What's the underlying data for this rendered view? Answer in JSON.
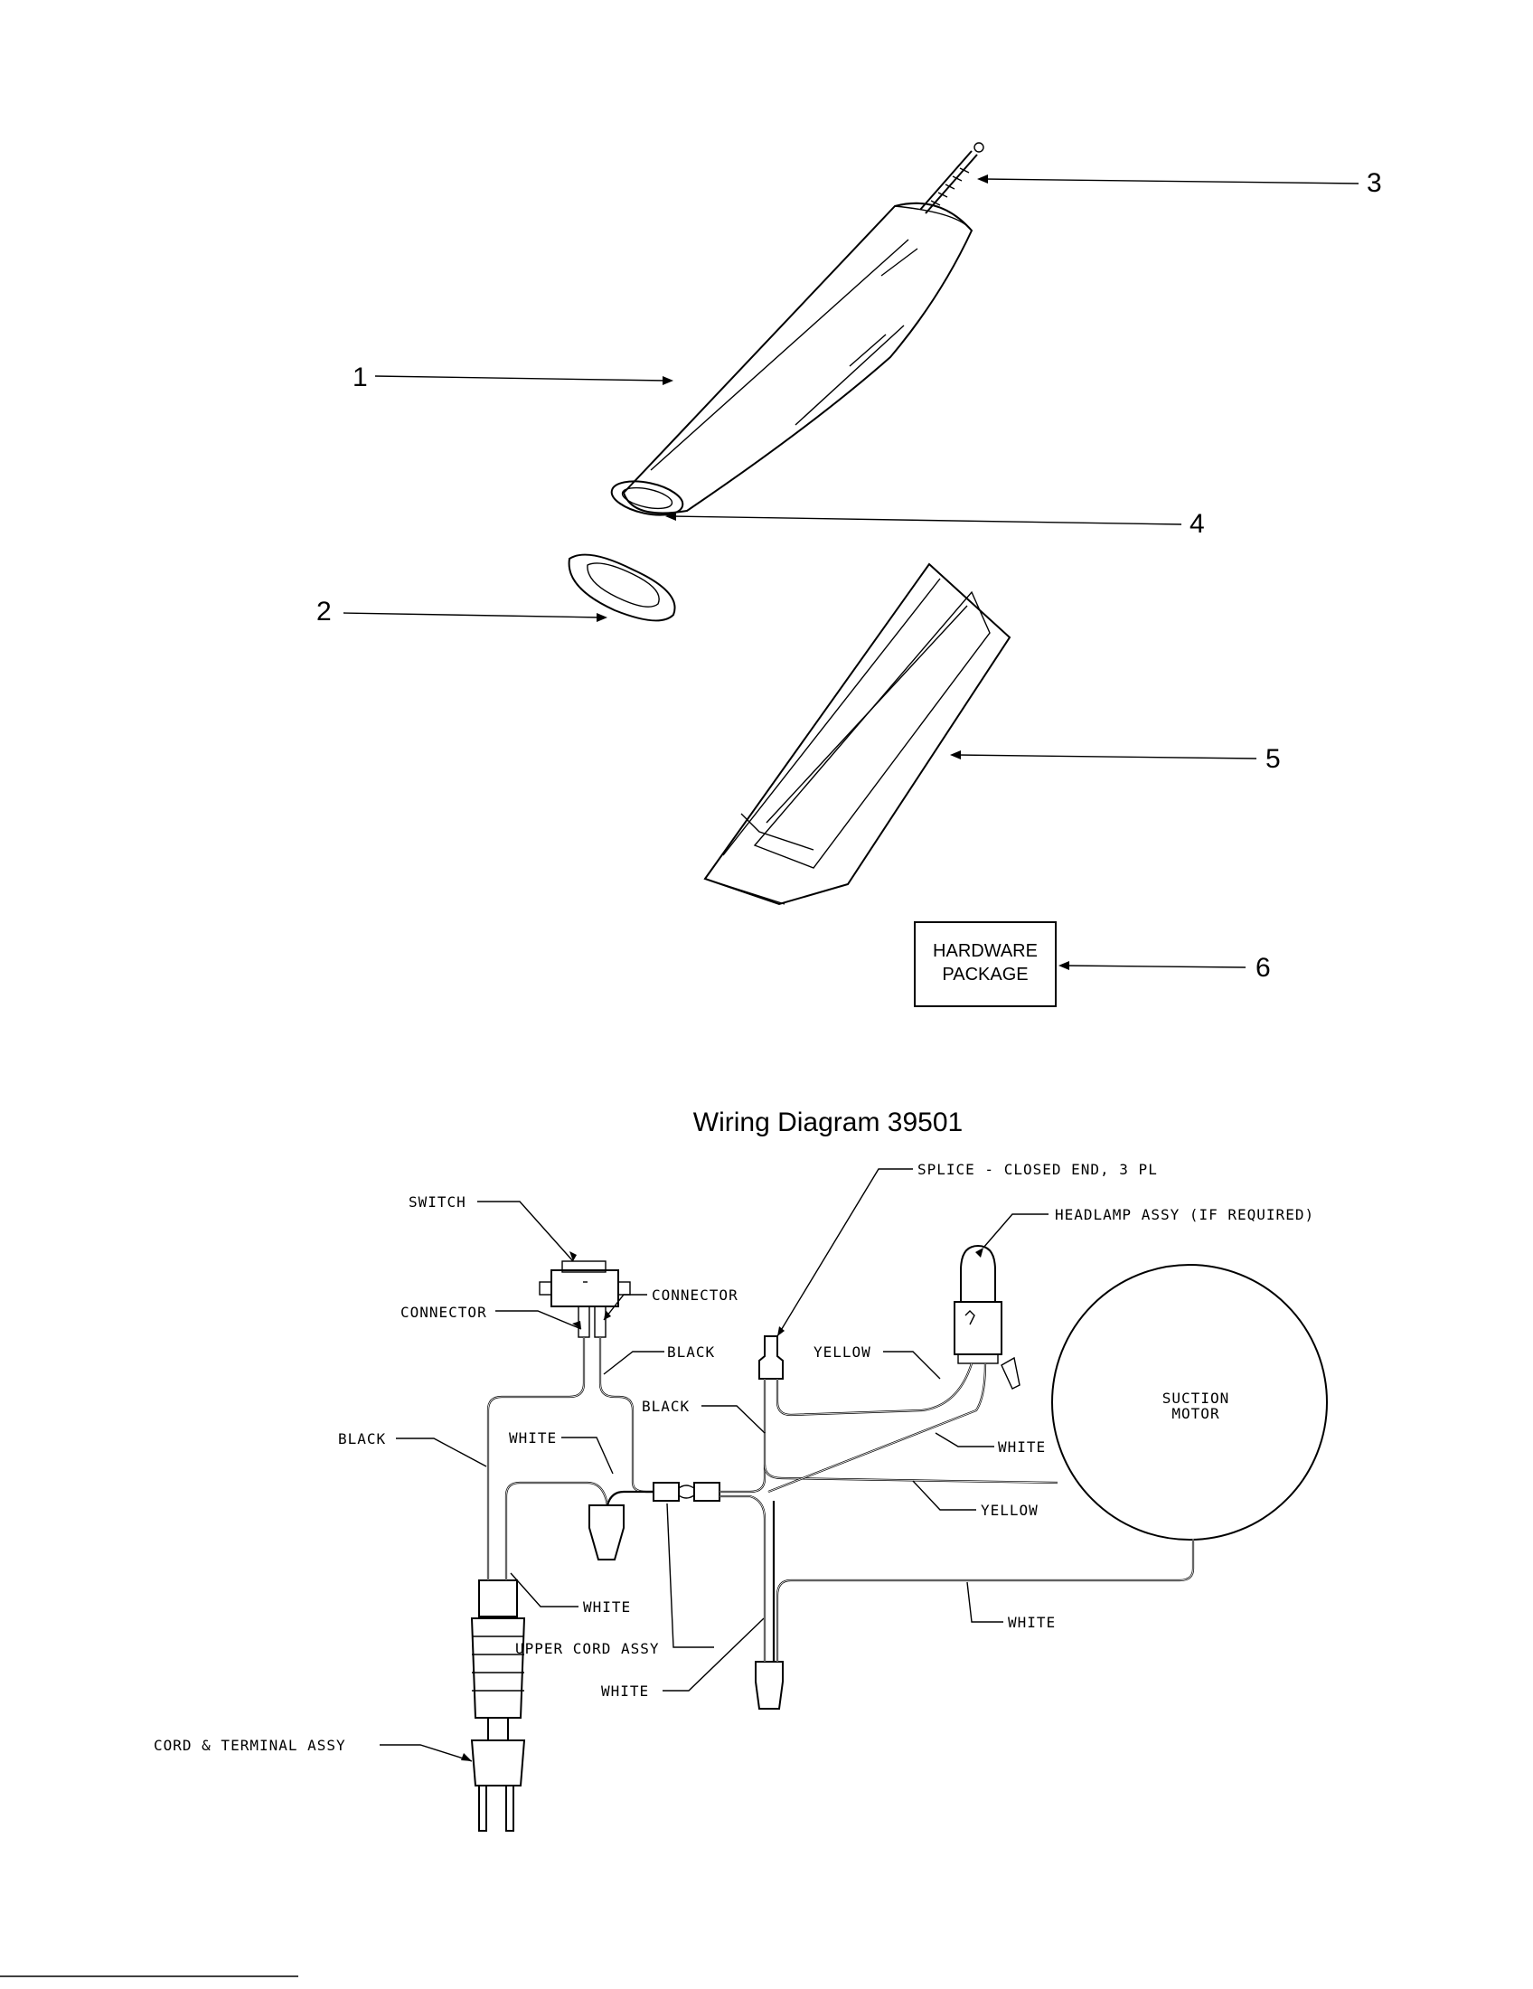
{
  "parts": {
    "callout_1": "1",
    "callout_2": "2",
    "callout_3": "3",
    "callout_4": "4",
    "callout_5": "5",
    "callout_6": "6",
    "hardware_line1": "HARDWARE",
    "hardware_line2": "PACKAGE"
  },
  "wiring": {
    "title": "Wiring Diagram 39501",
    "labels": {
      "switch": "SWITCH",
      "connector_left": "CONNECTOR",
      "connector_right": "CONNECTOR",
      "black_top": "BLACK",
      "black_mid": "BLACK",
      "black_left": "BLACK",
      "white_mid": "WHITE",
      "white_lower_left": "WHITE",
      "white_right": "WHITE",
      "white_bottom_right": "WHITE",
      "white_bottom": "WHITE",
      "yellow_top": "YELLOW",
      "yellow_right": "YELLOW",
      "splice": "SPLICE - CLOSED END, 3 PL",
      "headlamp": "HEADLAMP ASSY (IF REQUIRED)",
      "suction_motor_line1": "SUCTION",
      "suction_motor_line2": "MOTOR",
      "upper_cord": "UPPER CORD ASSY",
      "cord_terminal": "CORD & TERMINAL ASSY"
    }
  }
}
